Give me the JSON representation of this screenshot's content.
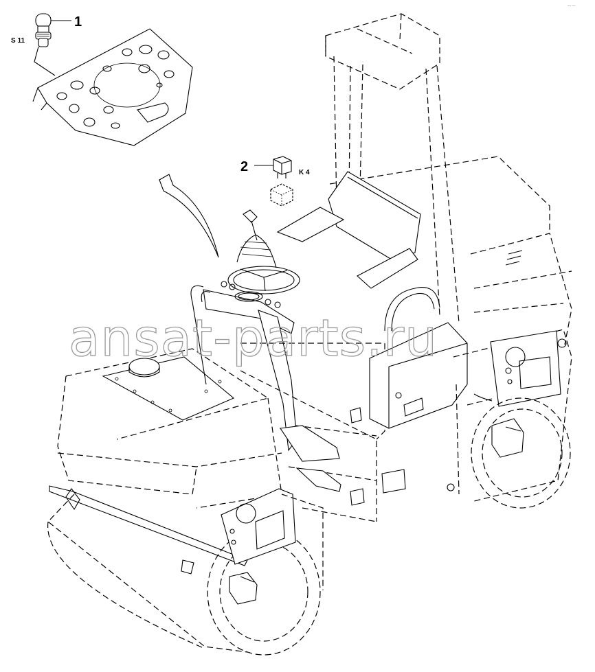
{
  "callouts": [
    {
      "number": "1",
      "code": "S 11"
    },
    {
      "number": "2",
      "code": "K 4"
    }
  ],
  "watermark": "ansat-parts.ru",
  "corner_mark": "— —",
  "colors": {
    "line": "#000000",
    "background": "#ffffff",
    "watermark": "#9a9a9a"
  }
}
